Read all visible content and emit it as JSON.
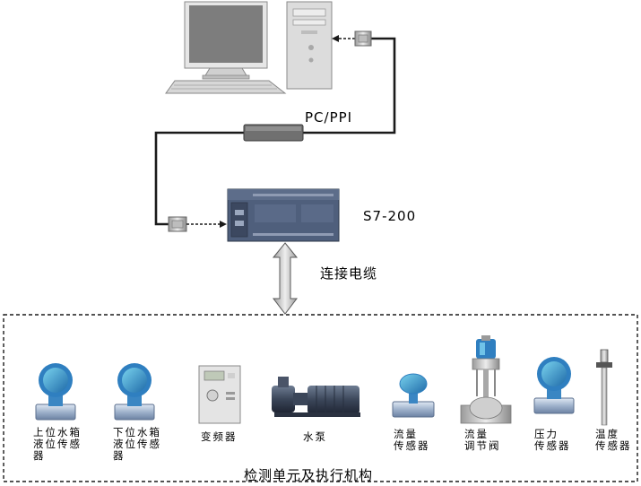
{
  "labels": {
    "pc_ppi": "PC/PPI",
    "plc": "S7-200",
    "cable": "连接电缆",
    "unit_title": "检测单元及执行机构"
  },
  "devices": [
    {
      "lines": [
        "上位水箱",
        "液位传感",
        "器"
      ]
    },
    {
      "lines": [
        "下位水箱",
        "液位传感",
        "器"
      ]
    },
    {
      "lines": [
        "变频器"
      ]
    },
    {
      "lines": [
        "水泵"
      ]
    },
    {
      "lines": [
        "流量",
        "传感器"
      ]
    },
    {
      "lines": [
        "流量",
        "调节阀"
      ]
    },
    {
      "lines": [
        "压力",
        "传感器"
      ]
    },
    {
      "lines": [
        "温度",
        "传感器"
      ]
    }
  ],
  "colors": {
    "line": "#1a1a1a",
    "device_blue": "#2f7fc0",
    "device_light": "#5fc7e6",
    "pipe": "#aebfd6",
    "metal": "#c8c8c8",
    "plc": "#4f5f7c"
  }
}
